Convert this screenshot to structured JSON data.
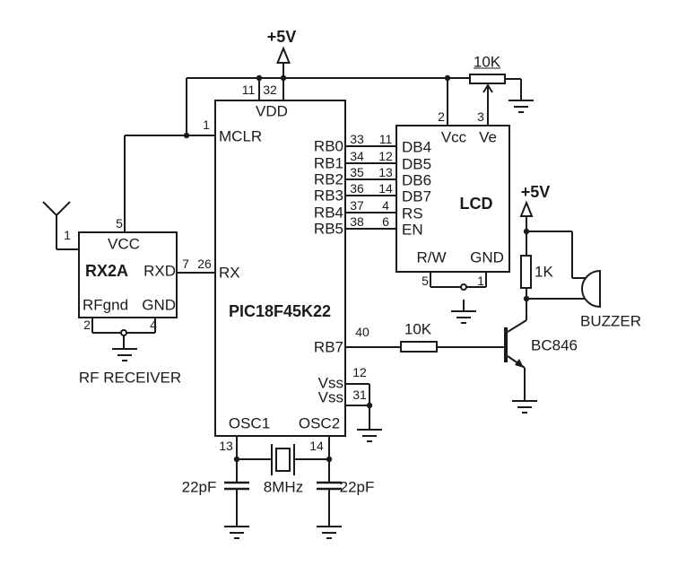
{
  "colors": {
    "ink": "#1a1a1a",
    "bg": "#ffffff"
  },
  "power": {
    "main_5v": "+5V",
    "buzzer_5v": "+5V"
  },
  "pic": {
    "name": "PIC18F45K22",
    "vdd": {
      "label": "VDD",
      "pin_left": "11",
      "pin_right": "32"
    },
    "mclr": {
      "label": "MCLR",
      "pin": "1"
    },
    "rx": {
      "label": "RX",
      "pin": "26"
    },
    "rb7": {
      "label": "RB7",
      "pin": "40"
    },
    "vss_upper": {
      "label": "Vss",
      "pin": "12"
    },
    "vss_lower": {
      "label": "Vss",
      "pin": "31"
    },
    "osc1": {
      "label": "OSC1",
      "pin": "13"
    },
    "osc2": {
      "label": "OSC2",
      "pin": "14"
    }
  },
  "data_bus": {
    "rows": [
      {
        "pic_label": "RB0",
        "pic_pin": "33",
        "lcd_pin": "11",
        "lcd_label": "DB4"
      },
      {
        "pic_label": "RB1",
        "pic_pin": "34",
        "lcd_pin": "12",
        "lcd_label": "DB5"
      },
      {
        "pic_label": "RB2",
        "pic_pin": "35",
        "lcd_pin": "13",
        "lcd_label": "DB6"
      },
      {
        "pic_label": "RB3",
        "pic_pin": "36",
        "lcd_pin": "14",
        "lcd_label": "DB7"
      },
      {
        "pic_label": "RB4",
        "pic_pin": "37",
        "lcd_pin": "4",
        "lcd_label": "RS"
      },
      {
        "pic_label": "RB5",
        "pic_pin": "38",
        "lcd_pin": "6",
        "lcd_label": "EN"
      }
    ]
  },
  "lcd": {
    "name": "LCD",
    "vcc": {
      "label": "Vcc",
      "pin": "2"
    },
    "ve": {
      "label": "Ve",
      "pin": "3"
    },
    "rw": {
      "label": "R/W",
      "pin": "5"
    },
    "gnd": {
      "label": "GND",
      "pin": "1"
    }
  },
  "rf_receiver": {
    "name": "RX2A",
    "caption": "RF RECEIVER",
    "antenna_pin": "1",
    "vcc": {
      "label": "VCC",
      "pin": "5"
    },
    "rxd": {
      "label": "RXD",
      "pin": "7"
    },
    "rfgnd": {
      "label": "RFgnd",
      "pin": "2"
    },
    "gnd": {
      "label": "GND",
      "pin": "4"
    }
  },
  "components": {
    "contrast_pot": {
      "value": "10K"
    },
    "base_resistor": {
      "value": "10K"
    },
    "buzzer_resistor": {
      "value": "1K"
    },
    "transistor": {
      "part": "BC846"
    },
    "buzzer": {
      "label": "BUZZER"
    },
    "crystal": {
      "value": "8MHz"
    },
    "cap_left": {
      "value": "22pF"
    },
    "cap_right": {
      "value": "22pF"
    }
  }
}
